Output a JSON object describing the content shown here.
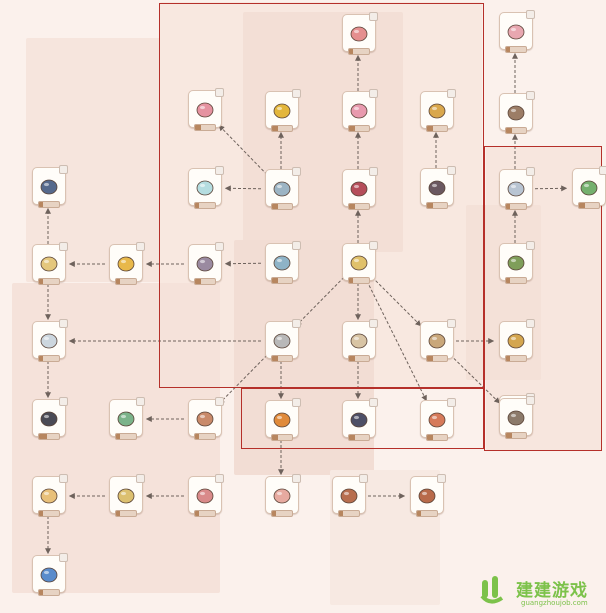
{
  "colors": {
    "background": "#fbf1ec",
    "highlight_frame": "#b5302a",
    "connector": "#6e625c",
    "card_border": "#d9c2b2",
    "watermark": "#7cc24a"
  },
  "diagram": {
    "type": "crafting-tech-tree",
    "nodes": [
      {
        "id": "sun_icon_top",
        "label": "",
        "icon": "spiral-shell-icon",
        "color": "#e8a7b0",
        "progress": 0.2
      },
      {
        "id": "n_bowl",
        "label": "",
        "icon": "bowl-icon",
        "color": "#9c7d66",
        "progress": 0.3
      },
      {
        "id": "n_cloud_r",
        "label": "",
        "icon": "cloud-lamp-icon",
        "color": "#b8c4d2",
        "progress": 0.2
      },
      {
        "id": "n_jar_r",
        "label": "",
        "icon": "jar-icon",
        "color": "#74b06e",
        "progress": 0.3
      },
      {
        "id": "n_tree",
        "label": "",
        "icon": "tree-icon",
        "color": "#7f9e5a",
        "progress": 0.2
      },
      {
        "id": "n_box_r",
        "label": "",
        "icon": "crate-icon",
        "color": "#d4a64f",
        "progress": 0.2
      },
      {
        "id": "n_hammer",
        "label": "",
        "icon": "tool-icon",
        "color": "#8b7466",
        "progress": 0.3
      },
      {
        "id": "n_shell_top",
        "label": "",
        "icon": "shell-icon",
        "color": "#e58f8f",
        "progress": 0.2
      },
      {
        "id": "n_pink_tool",
        "label": "",
        "icon": "pink-tool-icon",
        "color": "#e592a0",
        "progress": 0.3
      },
      {
        "id": "n_yellow_tool",
        "label": "",
        "icon": "drill-icon",
        "color": "#e3b63b",
        "progress": 0.3
      },
      {
        "id": "n_pink_jar",
        "label": "",
        "icon": "pink-jar-icon",
        "color": "#e89aae",
        "progress": 0.3
      },
      {
        "id": "n_cake",
        "label": "",
        "icon": "cake-icon",
        "color": "#d9a74c",
        "progress": 0.3
      },
      {
        "id": "n_cup",
        "label": "",
        "icon": "cup-icon",
        "color": "#b5dde0",
        "progress": 0.2
      },
      {
        "id": "n_fridge",
        "label": "",
        "icon": "fridge-icon",
        "color": "#9cb4c4",
        "progress": 0.3
      },
      {
        "id": "n_stamp",
        "label": "",
        "icon": "stamp-icon",
        "color": "#b54d5a",
        "progress": 0.3
      },
      {
        "id": "n_bag",
        "label": "",
        "icon": "bag-icon",
        "color": "#6a5860",
        "progress": 0.3
      },
      {
        "id": "n_blocks",
        "label": "",
        "icon": "blocks-icon",
        "color": "#55698c",
        "progress": 0.2
      },
      {
        "id": "n_gear",
        "label": "",
        "icon": "gear-icon",
        "color": "#e4c77d",
        "progress": 0.2
      },
      {
        "id": "n_sun",
        "label": "",
        "icon": "sun-icon",
        "color": "#e8b84a",
        "progress": 0.2
      },
      {
        "id": "n_horn",
        "label": "",
        "icon": "horn-icon",
        "color": "#9a8aa0",
        "progress": 0.3
      },
      {
        "id": "n_photo",
        "label": "",
        "icon": "map-icon",
        "color": "#8eb3c7",
        "progress": 0.3
      },
      {
        "id": "n_gift",
        "label": "",
        "icon": "gift-icon",
        "color": "#e0c16b",
        "progress": 0.2
      },
      {
        "id": "n_cloud_l",
        "label": "",
        "icon": "cloud-icon",
        "color": "#ccd6de",
        "progress": 0.2
      },
      {
        "id": "n_printer",
        "label": "",
        "icon": "printer-icon",
        "color": "#b8b8b8",
        "progress": 0.3
      },
      {
        "id": "n_stack",
        "label": "",
        "icon": "stack-icon",
        "color": "#d8c4a4",
        "progress": 0.3
      },
      {
        "id": "n_box_mid",
        "label": "",
        "icon": "open-box-icon",
        "color": "#c9a77a",
        "progress": 0.3
      },
      {
        "id": "n_camera",
        "label": "",
        "icon": "camera-icon",
        "color": "#4a4a55",
        "progress": 0.4
      },
      {
        "id": "n_lamp",
        "label": "",
        "icon": "lamp-icon",
        "color": "#7bb38a",
        "progress": 0.2
      },
      {
        "id": "n_clip",
        "label": "",
        "icon": "clip-icon",
        "color": "#c98a6a",
        "progress": 0.2
      },
      {
        "id": "n_orange_box",
        "label": "",
        "icon": "orange-crate-icon",
        "color": "#e08a3a",
        "progress": 0.3
      },
      {
        "id": "n_dark_jar",
        "label": "",
        "icon": "dark-jar-icon",
        "color": "#4d4f66",
        "progress": 0.3
      },
      {
        "id": "n_tray",
        "label": "",
        "icon": "tray-icon",
        "color": "#d67a5a",
        "progress": 0.3
      },
      {
        "id": "n_panel",
        "label": "",
        "icon": "panel-icon",
        "color": "#8c7a6a",
        "progress": 0.3
      },
      {
        "id": "n_bread",
        "label": "",
        "icon": "bread-icon",
        "color": "#e8c07a",
        "progress": 0.2
      },
      {
        "id": "n_mushroom",
        "label": "",
        "icon": "mushroom-icon",
        "color": "#dcc070",
        "progress": 0.2
      },
      {
        "id": "n_meat",
        "label": "",
        "icon": "meat-icon",
        "color": "#d98a8a",
        "progress": 0.2
      },
      {
        "id": "n_ham",
        "label": "",
        "icon": "ham-icon",
        "color": "#e7aaa0",
        "progress": 0.2
      },
      {
        "id": "n_snail",
        "label": "",
        "icon": "snail-icon",
        "color": "#b86e4e",
        "progress": 0.2
      },
      {
        "id": "n_ball",
        "label": "",
        "icon": "ball-icon",
        "color": "#b86a4a",
        "progress": 0.2
      },
      {
        "id": "n_helmet",
        "label": "",
        "icon": "helmet-icon",
        "color": "#5a8ccc",
        "progress": 0.2
      }
    ]
  },
  "watermark": {
    "name": "建建游戏",
    "url": "guangzhoujob.com"
  }
}
